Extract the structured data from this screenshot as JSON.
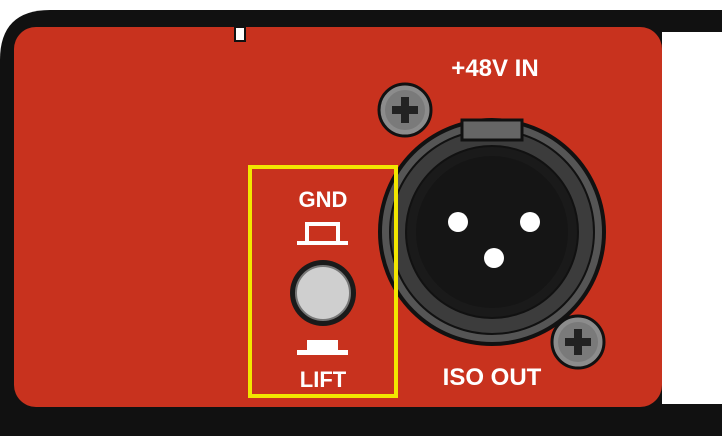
{
  "panel": {
    "phantom_label": "+48V IN",
    "output_label": "ISO OUT",
    "switch": {
      "top_label": "GND",
      "bottom_label": "LIFT"
    }
  },
  "colors": {
    "panel_red": "#c8321e",
    "outline": "#111111",
    "highlight_box": "#f2e600",
    "label": "#ffffff",
    "connector_black": "#1a1a1a",
    "screw_grey": "#8c8c8c",
    "button_grey": "#cfcfcf"
  }
}
